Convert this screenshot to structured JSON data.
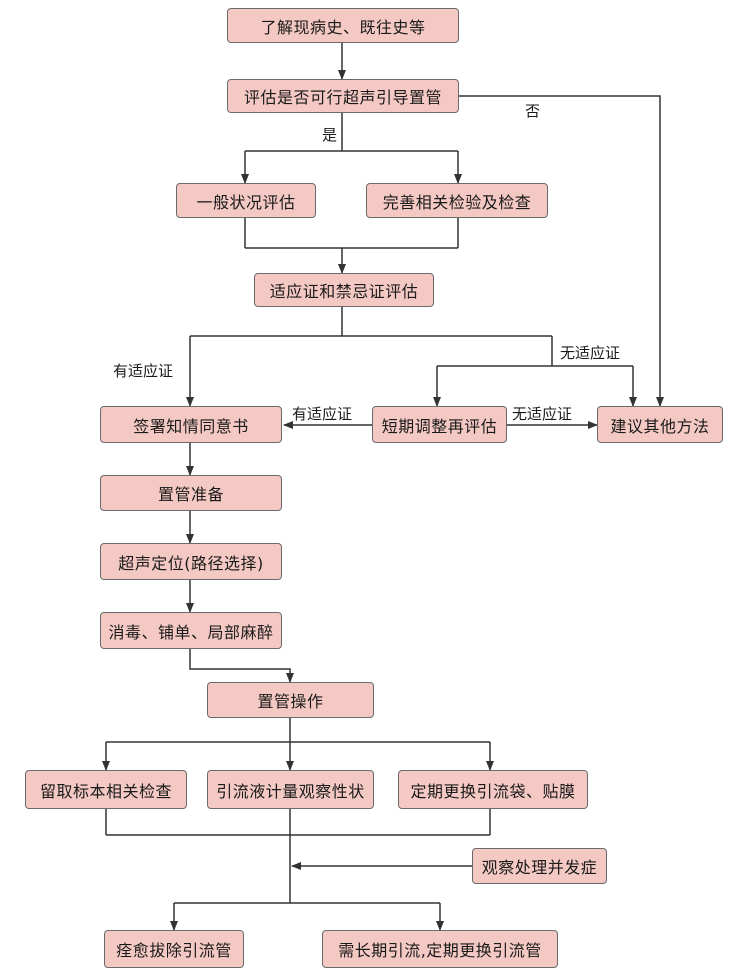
{
  "nodes": {
    "history": "了解现病史、既往史等",
    "assess_us": "评估是否可行超声引导置管",
    "general": "一般状况评估",
    "tests": "完善相关检验及检查",
    "indications": "适应证和禁忌证评估",
    "consent": "签署知情同意书",
    "reassess": "短期调整再评估",
    "other": "建议其他方法",
    "prepare": "置管准备",
    "locate": "超声定位(路径选择)",
    "disinfect": "消毒、铺单、局部麻醉",
    "operate": "置管操作",
    "sample": "留取标本相关检查",
    "observe": "引流液计量观察性状",
    "replace": "定期更换引流袋、贴膜",
    "complication": "观察处理并发症",
    "remove": "痊愈拔除引流管",
    "longterm": "需长期引流,定期更换引流管"
  },
  "labels": {
    "no": "否",
    "yes": "是",
    "has_ind_1": "有适应证",
    "no_ind_1": "无适应证",
    "has_ind_2": "有适应证",
    "no_ind_2": "无适应证"
  },
  "colors": {
    "box_fill": "#f4c9c4",
    "box_border": "#6a6a6a",
    "line": "#333333"
  }
}
